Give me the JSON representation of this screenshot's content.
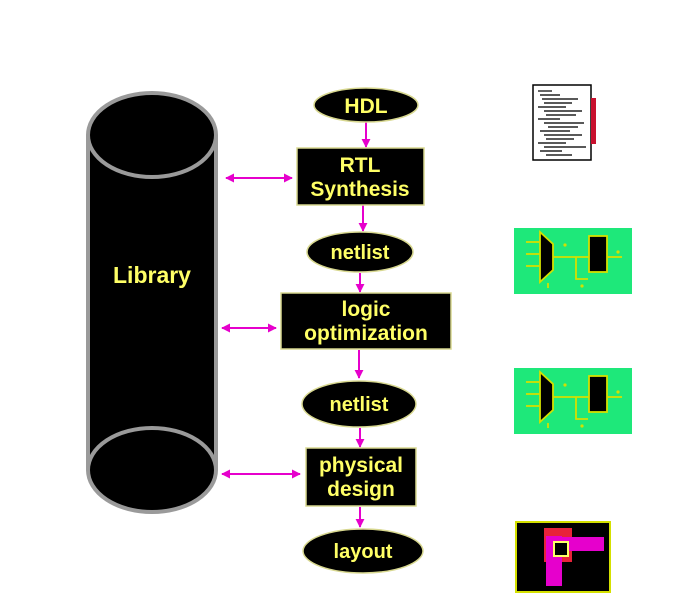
{
  "colors": {
    "node_fill": "#000000",
    "node_text": "#ffff66",
    "node_border": "#d8d890",
    "arrow": "#e600cc",
    "cylinder_rim": "#9a9a9a",
    "thumb_green": "#1ee87a",
    "thumb_line": "#d4e000",
    "layout_red": "#e8223a",
    "layout_magenta": "#e600cc"
  },
  "library": {
    "label": "Library"
  },
  "flow": {
    "hdl": {
      "label": "HDL"
    },
    "rtl_synthesis": {
      "line1": "RTL",
      "line2": "Synthesis"
    },
    "netlist_1": {
      "label": "netlist"
    },
    "logic_optimization": {
      "line1": "logic",
      "line2": "optimization"
    },
    "netlist_2": {
      "label": "netlist"
    },
    "physical_design": {
      "line1": "physical",
      "line2": "design"
    },
    "layout": {
      "label": "layout"
    }
  },
  "thumbnails": {
    "hdl_code": "document-icon",
    "netlist_1": "schematic-icon",
    "netlist_2": "schematic-icon",
    "layout": "layout-icon"
  }
}
